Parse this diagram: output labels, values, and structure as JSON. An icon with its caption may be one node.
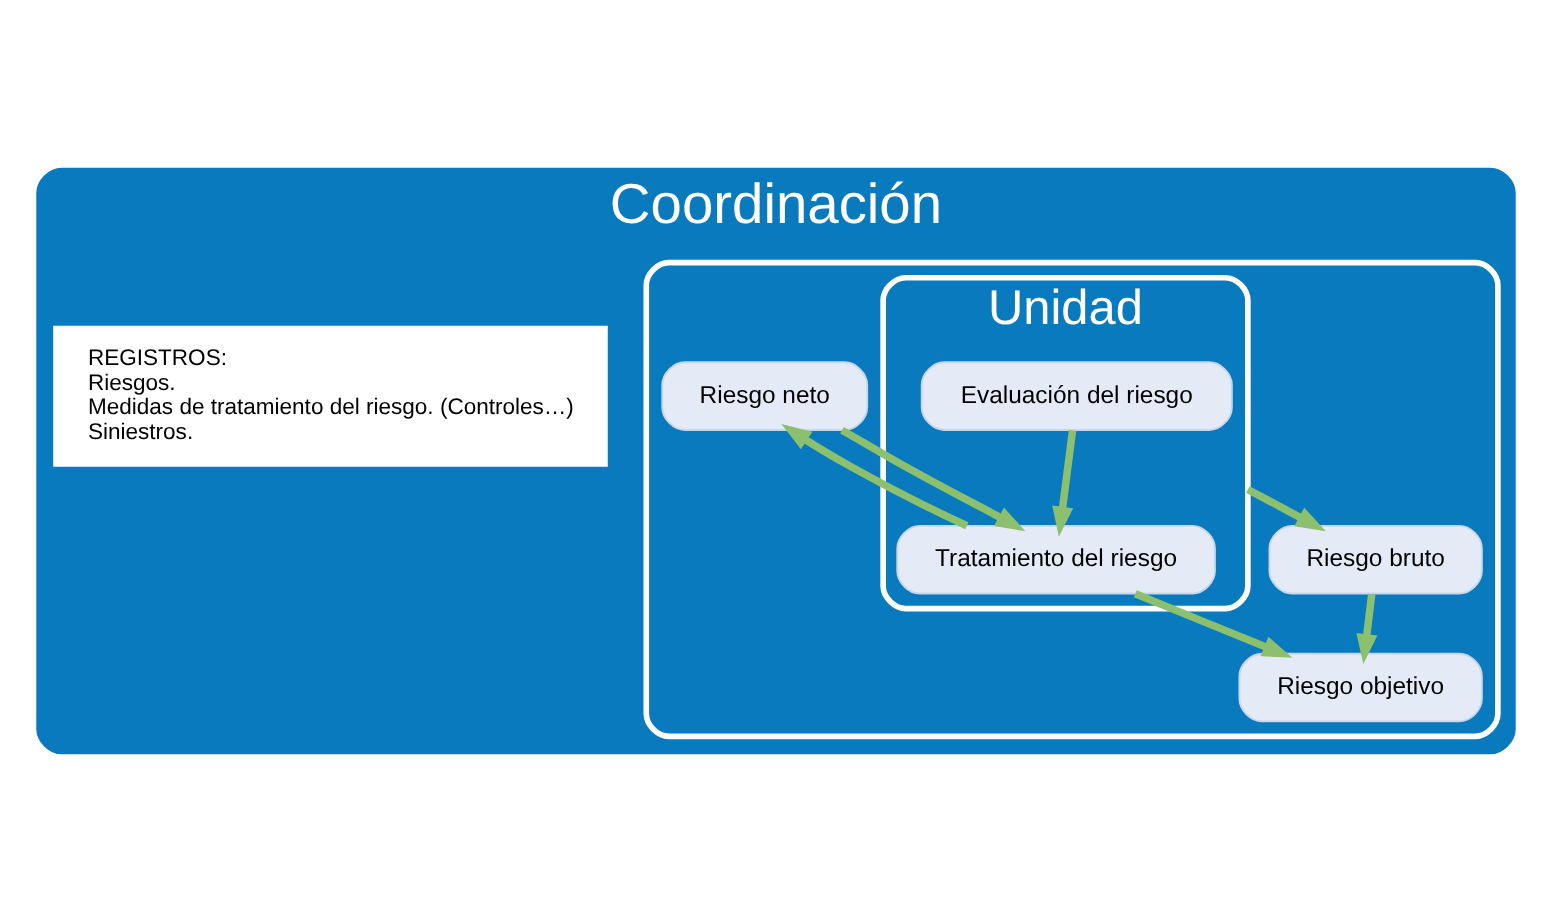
{
  "diagram": {
    "nodes": [
      {
        "text": [
          "Coordinación"
        ]
      },
      {
        "text": [],
        "shape": "box",
        "in": 0
      },
      {
        "text": [
          "REGISTROS:",
          "Riesgos.",
          "Medidas de tratamiento del riesgo. (Controles…)",
          "Siniestros."
        ],
        "in": 0
      },
      {
        "text": [
          "Riesgo bruto"
        ],
        "in": 1
      },
      {
        "text": [
          "Riesgo neto"
        ],
        "in": 1
      },
      {
        "text": [
          "Riesgo objetivo"
        ],
        "in": 1
      },
      {
        "text": [
          "Unidad"
        ],
        "in": 1
      },
      {
        "text": [
          "Evaluación del riesgo"
        ],
        "in": 6
      },
      {
        "text": [
          "Tratamiento del riesgo"
        ],
        "in": 6
      }
    ],
    "edges": [
      {
        "from": 3,
        "to": 5,
        "arrow": "to"
      },
      {
        "from": 6,
        "to": 3,
        "arrow": "to"
      },
      {
        "from": 4,
        "to": 8,
        "arrow": "to"
      },
      {
        "from": 8,
        "to": 4,
        "arrow": "to"
      },
      {
        "from": 7,
        "to": 8,
        "arrow": "to"
      },
      {
        "from": 8,
        "to": 5,
        "arrow": "to"
      }
    ]
  }
}
